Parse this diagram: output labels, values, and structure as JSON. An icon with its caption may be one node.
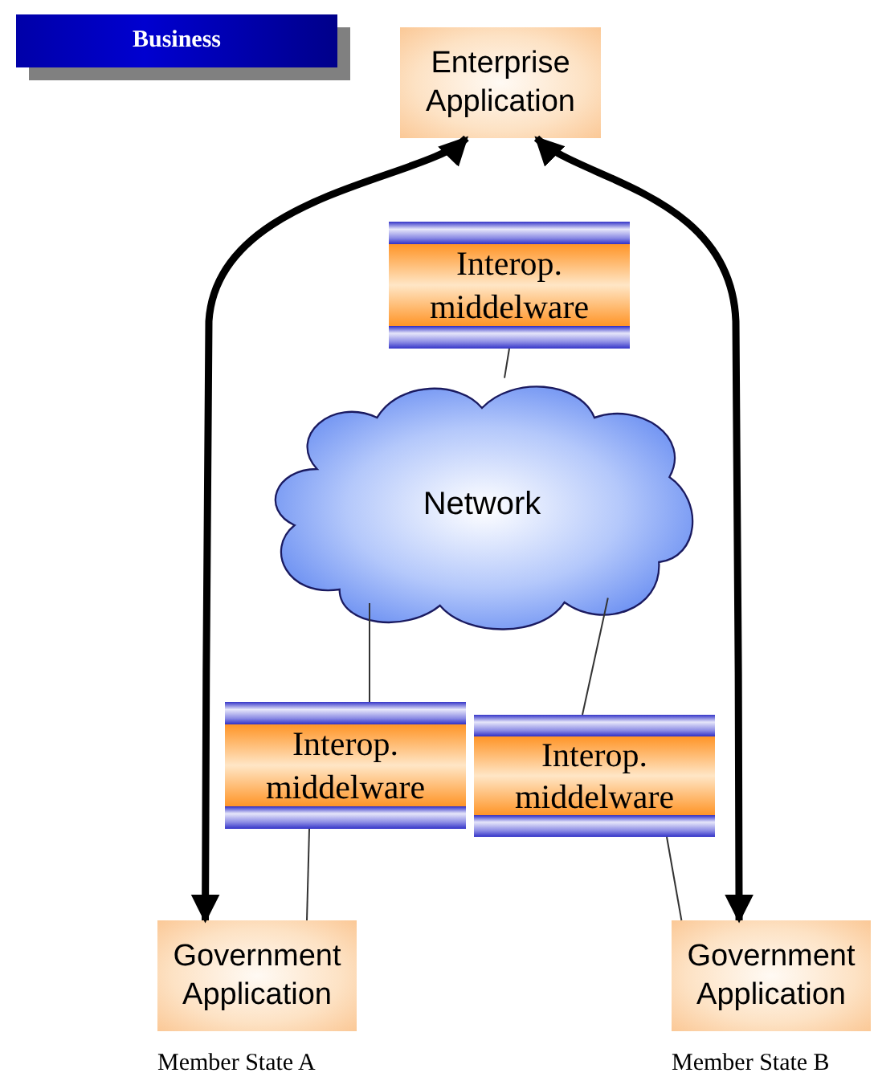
{
  "diagram": {
    "nodes": [
      {
        "text": [
          "Business"
        ]
      },
      {
        "text": [
          "Enterprise Application"
        ]
      },
      {
        "text": [
          "Interop. middelware"
        ]
      },
      {
        "text": [
          "Network"
        ]
      },
      {
        "text": [
          "Interop. middelware"
        ]
      },
      {
        "text": [
          "Interop. middelware"
        ]
      },
      {
        "text": [
          "Government Application"
        ],
        "beside": [
          "Member State A"
        ]
      },
      {
        "text": [
          "Government Application"
        ],
        "beside": [
          "Member State B"
        ]
      }
    ],
    "edges": [
      {
        "from": 1,
        "to": 6,
        "arrow": "both",
        "style": "thick"
      },
      {
        "from": 1,
        "to": 7,
        "arrow": "both",
        "style": "thick"
      },
      {
        "from": 2,
        "to": 3,
        "arrow": "none"
      },
      {
        "from": 3,
        "to": 4,
        "arrow": "none"
      },
      {
        "from": 3,
        "to": 5,
        "arrow": "none"
      },
      {
        "from": 4,
        "to": 6,
        "arrow": "none"
      },
      {
        "from": 5,
        "to": 7,
        "arrow": "none"
      }
    ]
  }
}
